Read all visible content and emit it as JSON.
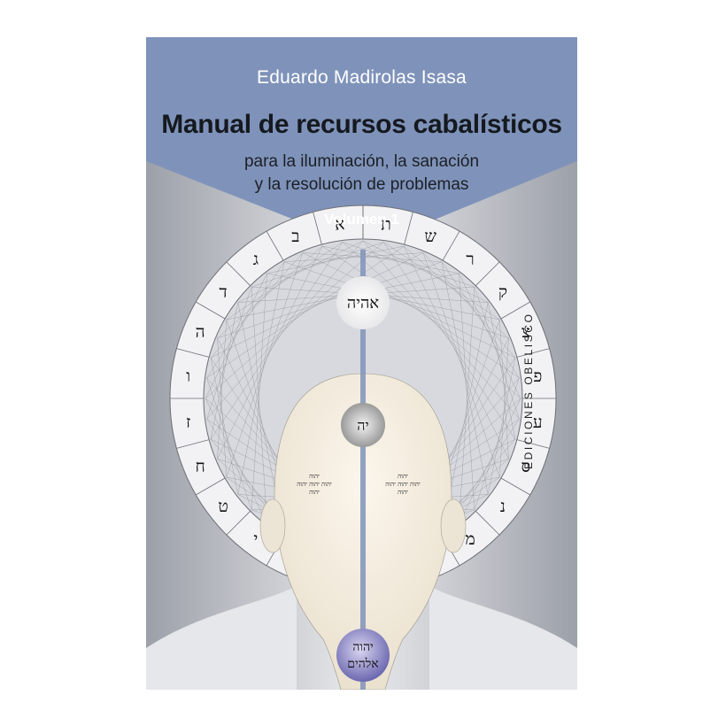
{
  "cover": {
    "author": "Eduardo Madirolas Isasa",
    "title": "Manual de recursos cabalísticos",
    "subtitle_line1": "para la iluminación, la sanación",
    "subtitle_line2": "y la resolución de problemas",
    "volume": "Volumen 1",
    "publisher": "EDICIONES OBELISCO"
  },
  "art": {
    "crown_name": "אהיה",
    "forehead_name": "יה",
    "throat_name_top": "יהוה",
    "throat_name_bottom": "אלהים",
    "left_eye_grid": [
      "יהוה",
      "יהוה יהוה יהוה",
      "יהוה"
    ],
    "right_eye_grid": [
      "יהוה",
      "יהוה יהוה יהוה",
      "יהוה"
    ],
    "hebrew_letters_left": [
      "א",
      "ב",
      "ג",
      "ד",
      "ה",
      "ו",
      "ז",
      "ח",
      "ט",
      "י"
    ],
    "hebrew_letters_right": [
      "ת",
      "ש",
      "ר",
      "ק",
      "צ",
      "פ",
      "ע",
      "ס",
      "נ",
      "מ"
    ]
  },
  "colors": {
    "banner_blue": "#7f93ba",
    "halo_gray": "#b9bdc5",
    "background_gray": "#c9ccd2",
    "face": "#f6efe2",
    "center_line": "#7f93ba"
  }
}
